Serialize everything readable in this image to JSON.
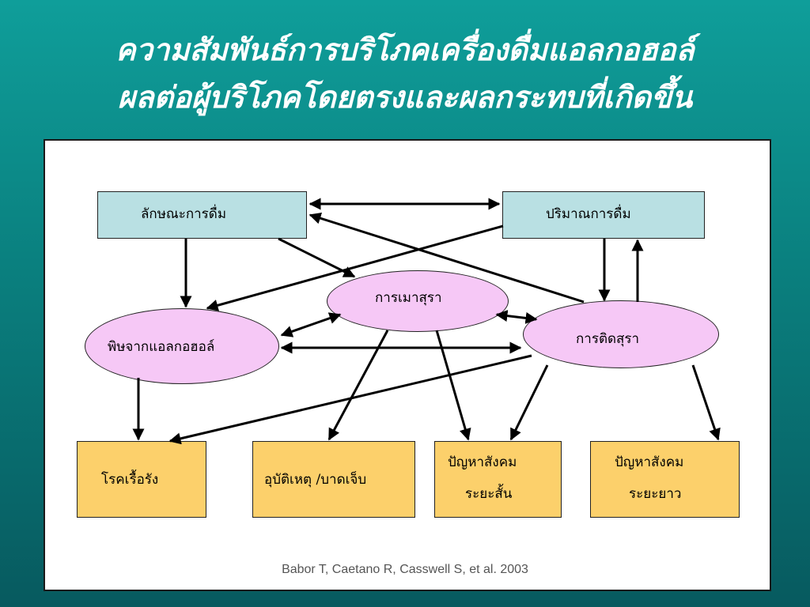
{
  "slide": {
    "title_line1": "ความสัมพันธ์การบริโภคเครื่องดื่มแอลกอฮอล์",
    "title_line2": "ผลต่อผู้บริโภคโดยตรงและผลกระทบที่เกิดขึ้น",
    "citation": "Babor T, Caetano R, Casswell S, et al. 2003"
  },
  "nodes": {
    "drinking_pattern": "ลักษณะการดื่ม",
    "drinking_volume": "ปริมาณการดื่ม",
    "intoxication": "การเมาสุรา",
    "toxicity": "พิษจากแอลกอฮอล์",
    "dependence": "การติดสุรา",
    "chronic_disease": "โรคเรื้อรัง",
    "accident_injury": "อุบัติเหตุ   /บาดเจ็บ",
    "social_short_line1": "ปัญหาสังคม",
    "social_short_line2": "ระยะสั้น",
    "social_long_line1": "ปัญหาสังคม",
    "social_long_line2": "ระยะยาว"
  },
  "colors": {
    "box_blue": "#b9e0e3",
    "ellipse_pink": "#f6c8f6",
    "box_orange": "#fcd06b",
    "background_teal": "#0a7f7e"
  }
}
